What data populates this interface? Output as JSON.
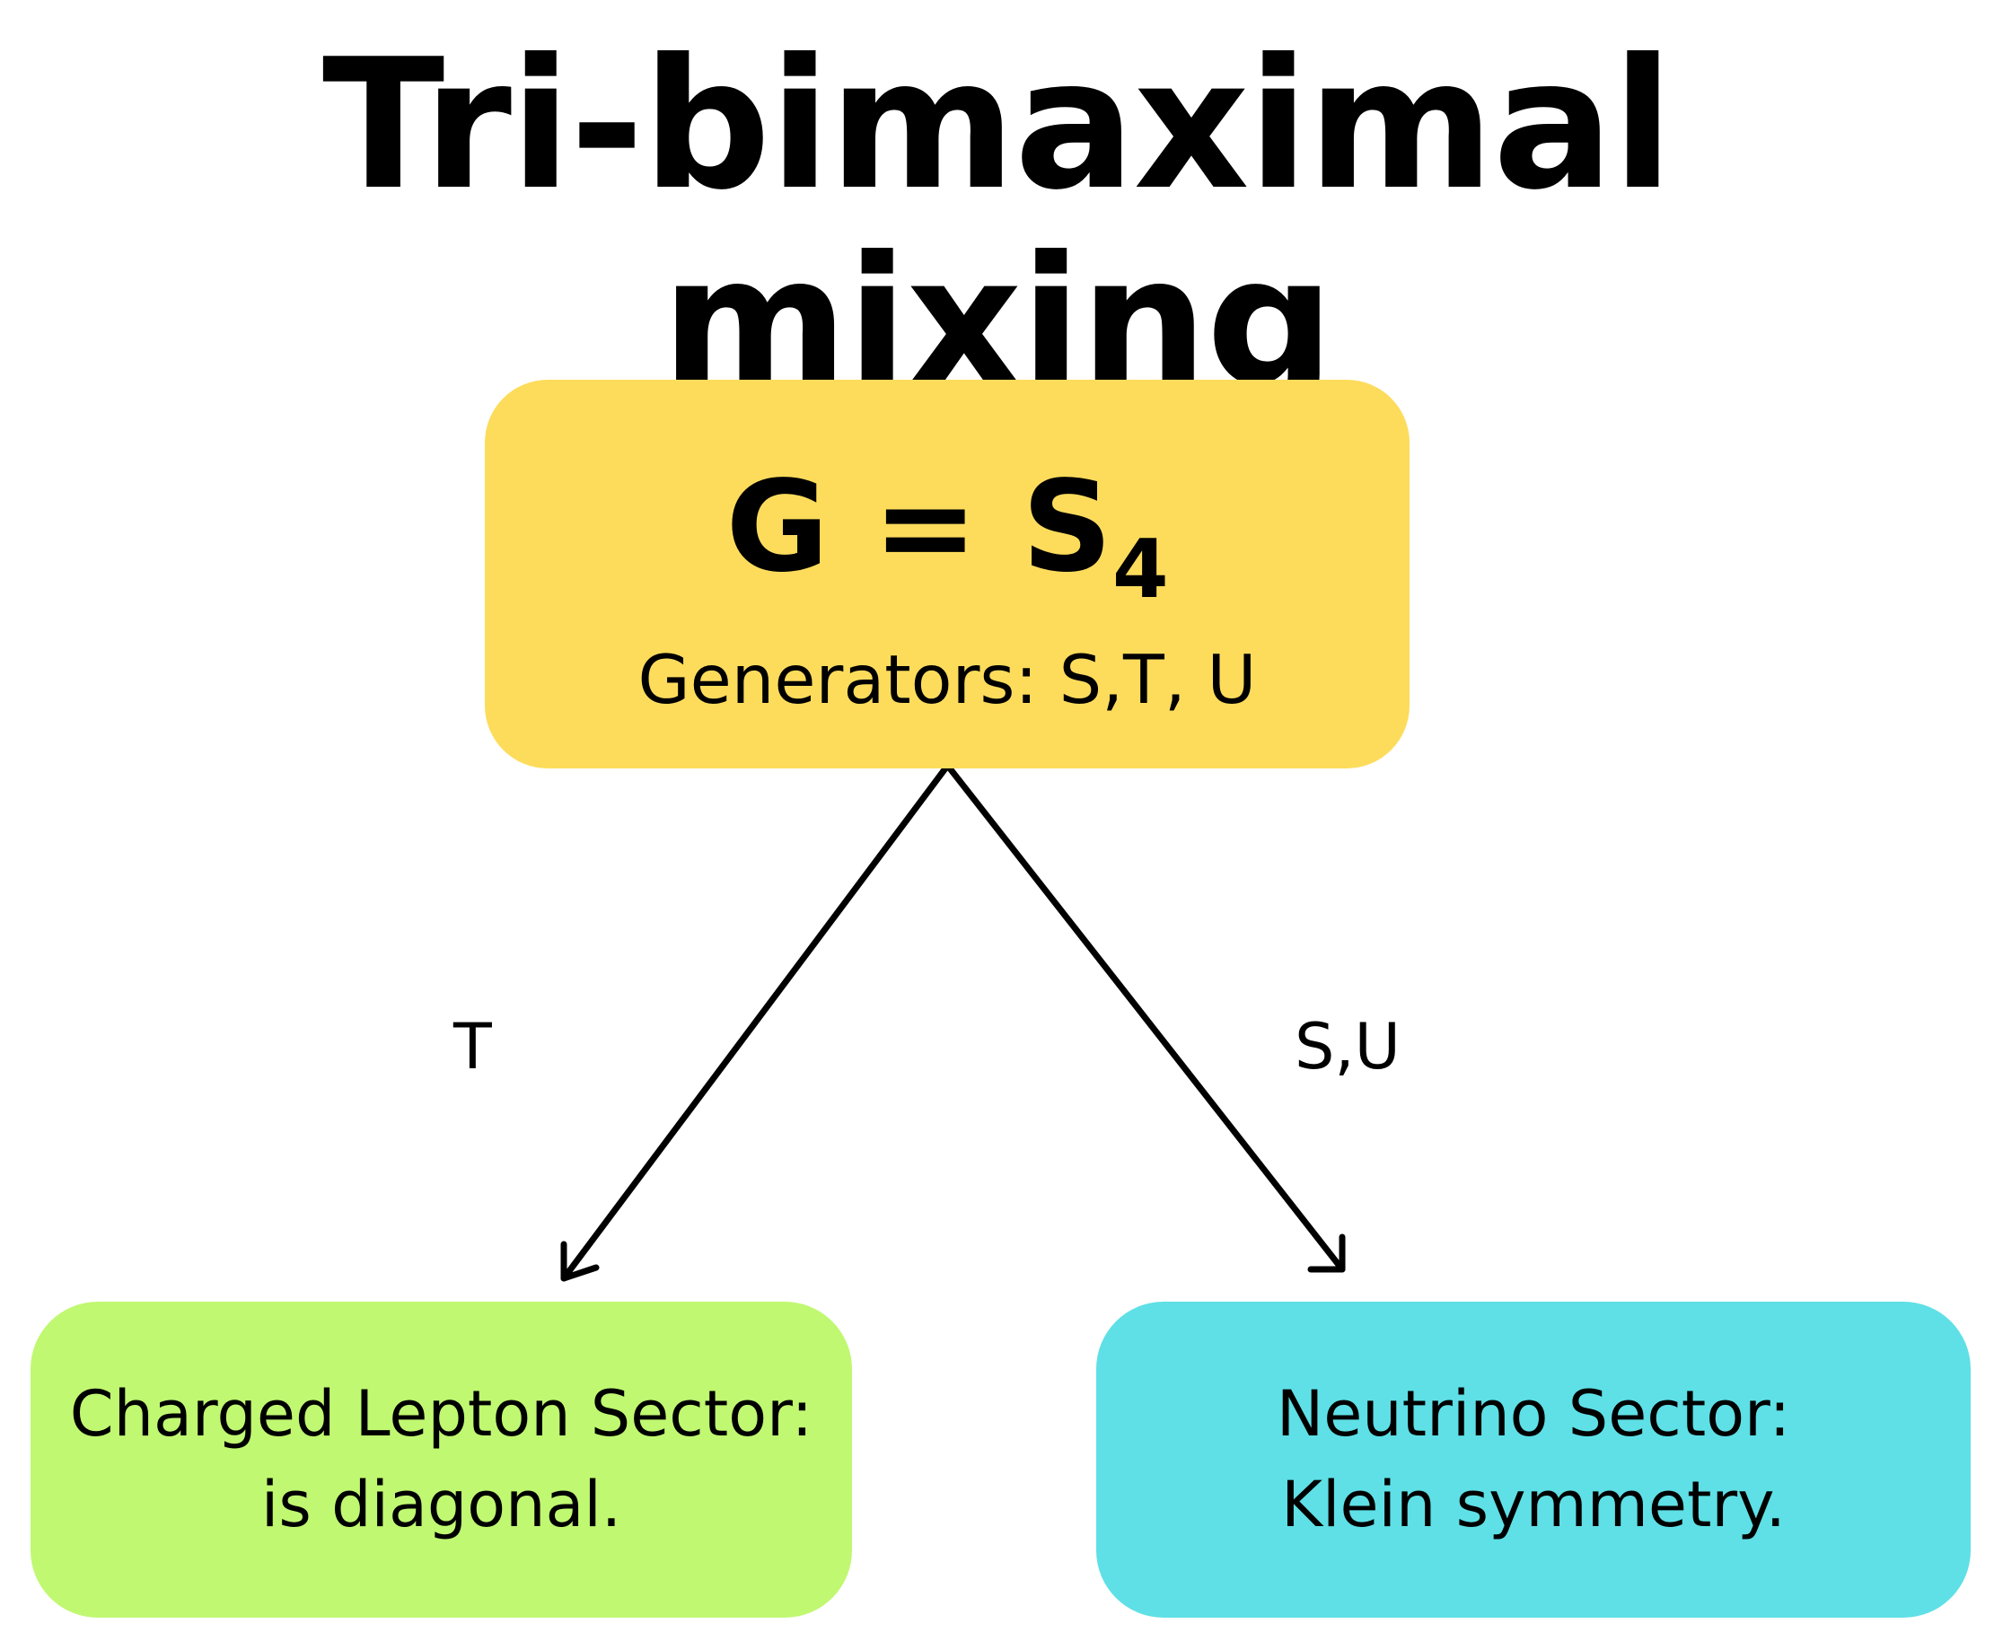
{
  "title": "Tri-bimaximal mixing",
  "group_box": {
    "formula_main": "G = S",
    "formula_sub": "4",
    "generators": "Generators: S,T, U",
    "color": "#fddc5c"
  },
  "edges": {
    "left_label": "T",
    "right_label": "S,U",
    "color": "#000000"
  },
  "charged_lepton_box": {
    "line1": "Charged Lepton Sector:",
    "line2": "is diagonal.",
    "color": "#c0f871"
  },
  "neutrino_box": {
    "line1": "Neutrino Sector:",
    "line2": "Klein symmetry.",
    "color": "#5ee0e6"
  }
}
